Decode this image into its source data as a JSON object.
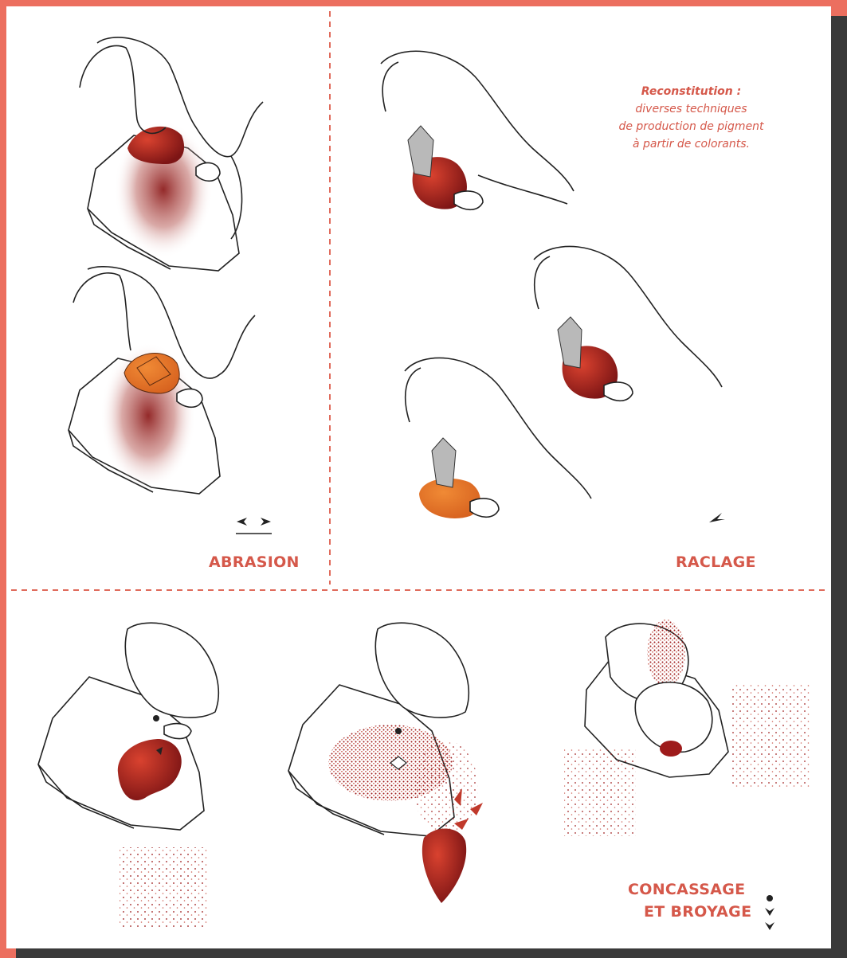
{
  "caption": {
    "title": "Reconstitution :",
    "lines": [
      "diverses techniques",
      "de production de pigment",
      "à partir de colorants."
    ]
  },
  "sections": {
    "abrasion": "ABRASION",
    "raclage": "RACLAGE",
    "concassage_line1": "CONCASSAGE",
    "concassage_line2": "ET BROYAGE"
  },
  "colors": {
    "border": "#ec6f5f",
    "label": "#d5584a",
    "divider": "#e06a5b",
    "pigment_dark": "#8e1e1e",
    "pigment_red": "#c8372b",
    "pigment_orange": "#e67a2e",
    "tool_grey": "#b9b9b9",
    "shadow": "#3a3a3a"
  },
  "icons": [
    "abrasion-arrows-icon",
    "raclage-arrow-icon",
    "concassage-symbol-icon"
  ]
}
